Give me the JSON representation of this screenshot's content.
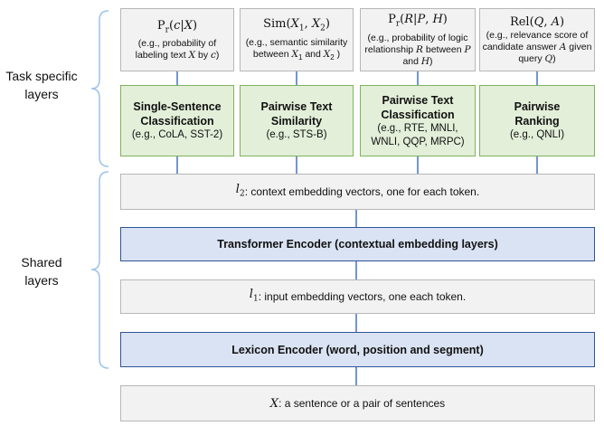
{
  "side_labels": {
    "task_specific": "Task specific layers",
    "shared": "Shared layers"
  },
  "outputs": [
    {
      "formula": "Pr(c|X)",
      "description": "(e.g., probability of labeling text X by c)"
    },
    {
      "formula": "Sim(X1, X2)",
      "description": "(e.g., semantic similarity between X1 and X2 )"
    },
    {
      "formula": "Pr(R|P, H)",
      "description": "(e.g., probability of logic relationship R between P and H)"
    },
    {
      "formula": "Rel(Q, A)",
      "description": "(e.g., relevance score of candidate answer A given query Q)"
    }
  ],
  "tasks": [
    {
      "title": "Single-Sentence Classification",
      "examples": "(e.g., CoLA, SST-2)"
    },
    {
      "title": "Pairwise Text Similarity",
      "examples": "(e.g., STS-B)"
    },
    {
      "title": "Pairwise Text Classification",
      "examples": "(e.g., RTE, MNLI, WNLI, QQP, MRPC)"
    },
    {
      "title": "Pairwise Ranking",
      "examples": "(e.g., QNLI)"
    }
  ],
  "layers": {
    "l2": {
      "symbol": "l2",
      "text": ": context embedding vectors, one for each token."
    },
    "transformer": "Transformer Encoder (contextual embedding layers)",
    "l1": {
      "symbol": "l1",
      "text": ": input embedding vectors, one each token."
    },
    "lexicon": "Lexicon Encoder (word, position and segment)",
    "input": {
      "symbol": "X",
      "text": ": a sentence or a pair of sentences"
    }
  },
  "colors": {
    "task_fill": "#e3efd9",
    "task_border": "#7fb45c",
    "encoder_fill": "#dae3f3",
    "encoder_border": "#2f5597",
    "plain_fill": "#f2f2f2",
    "arrow": "#4472c4",
    "brace": "#9dc3e6"
  }
}
